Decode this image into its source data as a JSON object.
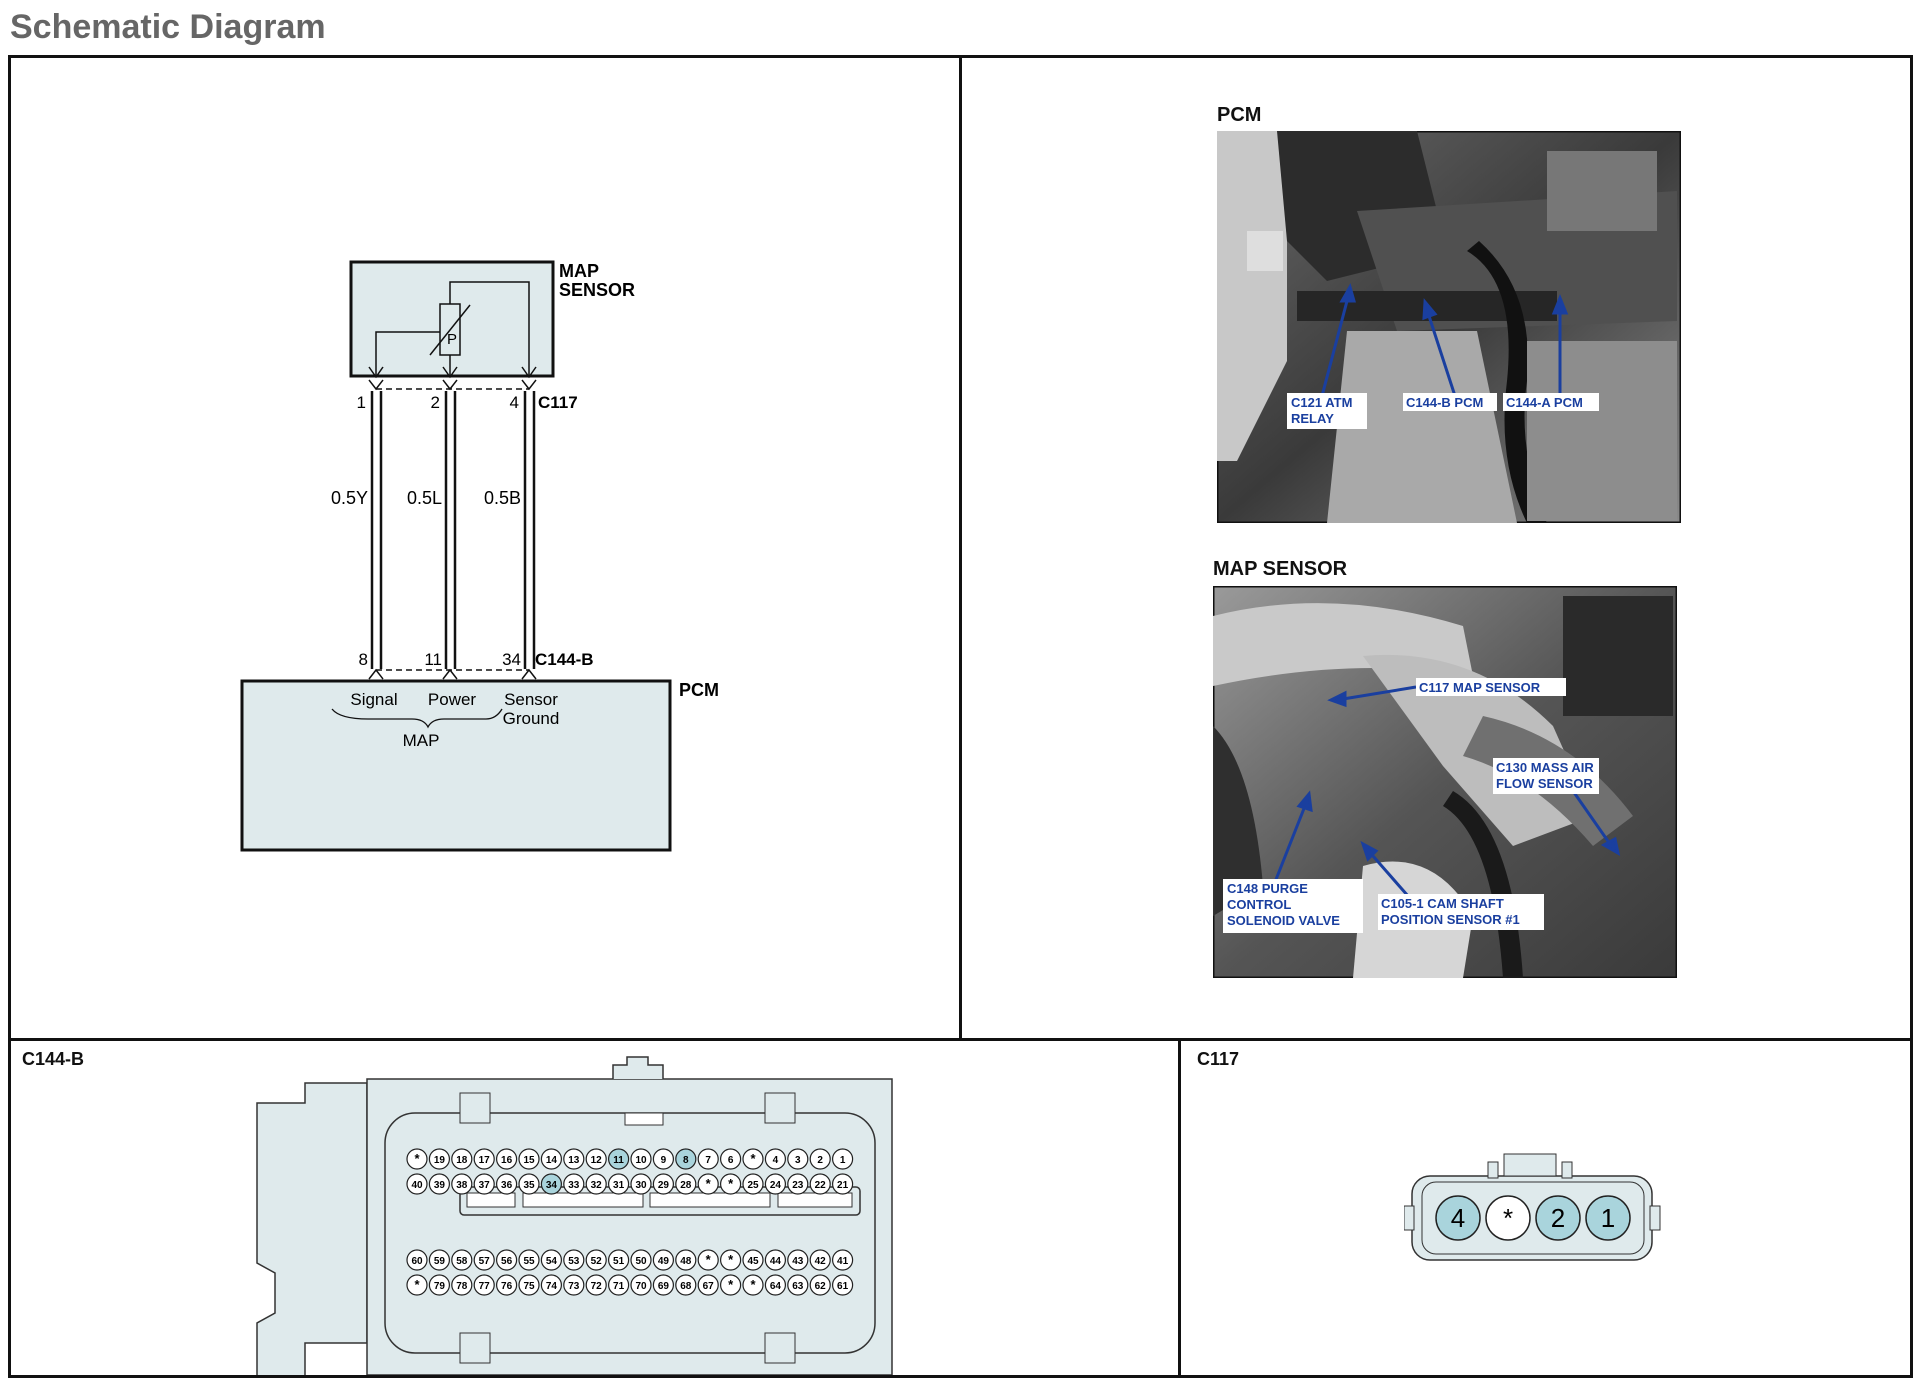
{
  "page_title": "Schematic Diagram",
  "schematic": {
    "map_sensor_label_1": "MAP",
    "map_sensor_label_2": "SENSOR",
    "sensor_symbol": "P",
    "connector_top": "C117",
    "connector_bottom": "C144-B",
    "pcm_label": "PCM",
    "wires": [
      {
        "top_pin": "1",
        "wire": "0.5Y",
        "bottom_pin": "8",
        "function": "Signal"
      },
      {
        "top_pin": "2",
        "wire": "0.5L",
        "bottom_pin": "11",
        "function": "Power"
      },
      {
        "top_pin": "4",
        "wire": "0.5B",
        "bottom_pin": "34",
        "function": "Sensor"
      }
    ],
    "ground_word": "Ground",
    "group_label": "MAP"
  },
  "photos": {
    "pcm_photo": {
      "title": "PCM",
      "callouts": [
        "C121 ATM",
        "RELAY",
        "C144-B PCM",
        "C144-A PCM"
      ]
    },
    "map_photo": {
      "title": "MAP SENSOR",
      "callouts": [
        "C117 MAP SENSOR",
        "C130 MASS AIR",
        "FLOW SENSOR",
        "C148 PURGE",
        "CONTROL",
        "SOLENOID VALVE",
        "C105-1 CAM SHAFT",
        "POSITION SENSOR #1"
      ]
    }
  },
  "c144b": {
    "title": "C144-B",
    "row1": [
      "*",
      "19",
      "18",
      "17",
      "16",
      "15",
      "14",
      "13",
      "12",
      "11",
      "10",
      "9",
      "8",
      "7",
      "6",
      "*",
      "4",
      "3",
      "2",
      "1"
    ],
    "row2": [
      "40",
      "39",
      "38",
      "37",
      "36",
      "35",
      "34",
      "33",
      "32",
      "31",
      "30",
      "29",
      "28",
      "*",
      "*",
      "25",
      "24",
      "23",
      "22",
      "21"
    ],
    "row3": [
      "60",
      "59",
      "58",
      "57",
      "56",
      "55",
      "54",
      "53",
      "52",
      "51",
      "50",
      "49",
      "48",
      "*",
      "*",
      "45",
      "44",
      "43",
      "42",
      "41"
    ],
    "row4": [
      "*",
      "79",
      "78",
      "77",
      "76",
      "75",
      "74",
      "73",
      "72",
      "71",
      "70",
      "69",
      "68",
      "67",
      "*",
      "*",
      "64",
      "63",
      "62",
      "61"
    ],
    "highlighted": [
      "8",
      "11",
      "34"
    ]
  },
  "c117": {
    "title": "C117",
    "pins": [
      "4",
      "*",
      "2",
      "1"
    ]
  },
  "colors": {
    "callout_blue": "#1a3f9f",
    "pin_highlight": "#a9d4dc",
    "box_fill": "#dfeaec"
  }
}
